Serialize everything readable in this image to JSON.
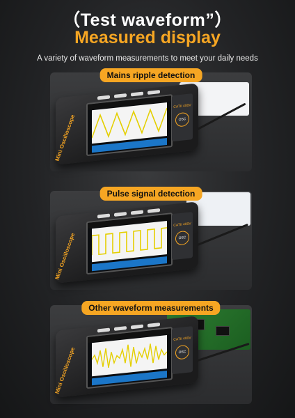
{
  "header": {
    "title_line_1": "（Test waveform”）",
    "title_line_2": "Measured display",
    "subtitle": "A variety of waveform measurements to meet your daily needs"
  },
  "panels": [
    {
      "label": "Mains ripple detection"
    },
    {
      "label": "Pulse signal detection"
    },
    {
      "label": "Other waveform measurements"
    }
  ],
  "device": {
    "label": "Mini Oscilloscope",
    "osc_label": "OSC",
    "cat_label": "CATII 400V"
  },
  "colors": {
    "accent": "#f6a623",
    "waveform": "#e4cf00",
    "background": "#232426"
  }
}
